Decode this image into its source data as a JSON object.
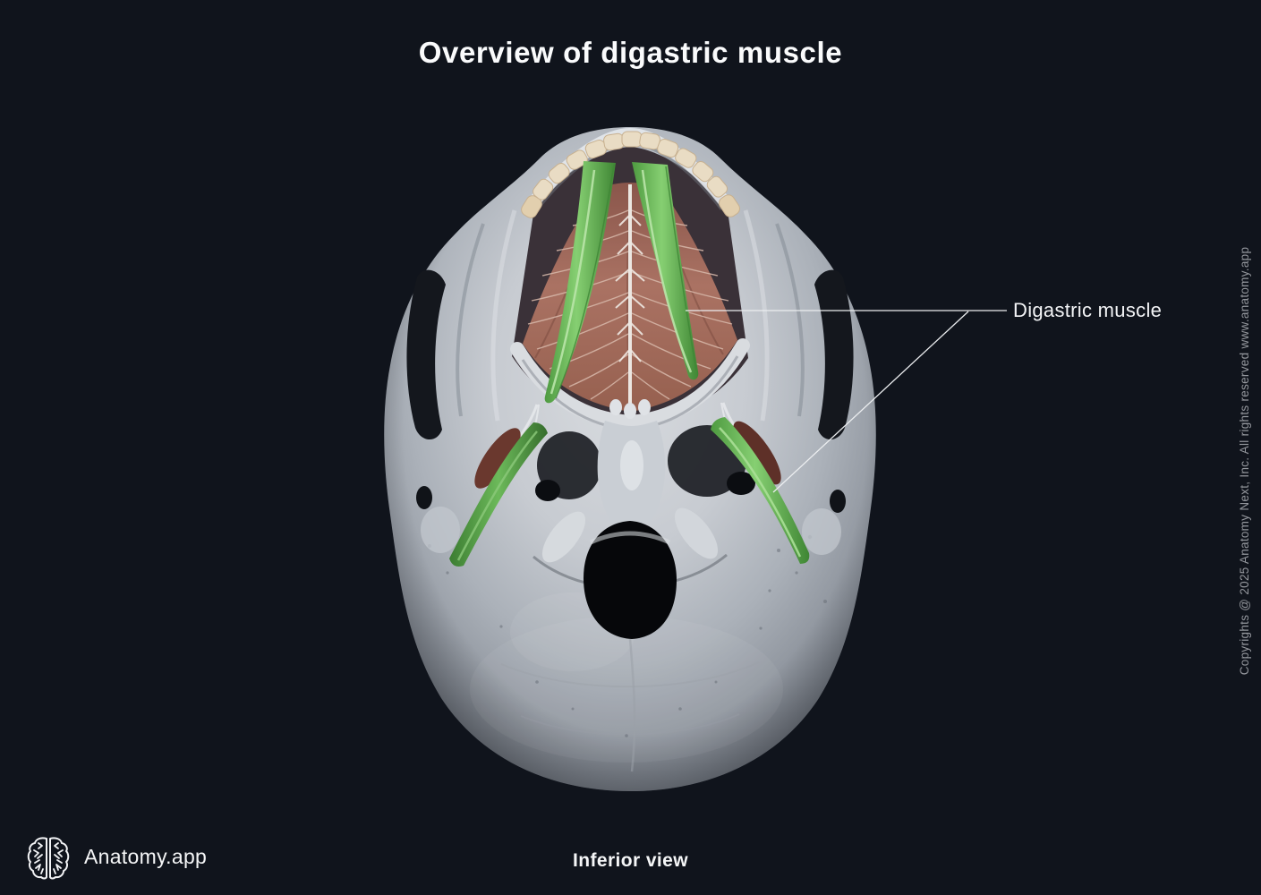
{
  "header": {
    "title": "Overview of digastric muscle"
  },
  "annotations": {
    "digastric_label": "Digastric muscle"
  },
  "footer": {
    "brand_name": "Anatomy.app",
    "view_caption": "Inferior view"
  },
  "copyright_text": "Copyrights @ 2025 Anatomy Next, Inc. All rights reserved www.anatomy.app",
  "icons": {
    "logo": "brain-icon"
  },
  "colors": {
    "background": "#10141c",
    "title_text": "#fafbfc",
    "label_text": "#f3f4f6",
    "copyright_text": "#94979d",
    "bone_light": "#d8dbdf",
    "bone_mid": "#aab0b8",
    "bone_shadow": "#70767f",
    "teeth": "#e9dcc4",
    "muscle_red": "#a66e60",
    "muscle_green_highlight": "#71bd5e",
    "leader_line": "#eceef0"
  }
}
